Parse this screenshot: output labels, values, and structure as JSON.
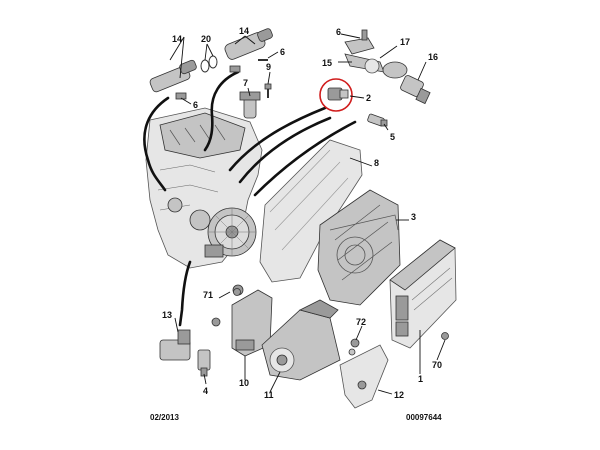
{
  "callouts": [
    "1",
    "2",
    "3",
    "4",
    "5",
    "6",
    "6",
    "6",
    "7",
    "8",
    "9",
    "10",
    "11",
    "12",
    "13",
    "14",
    "14",
    "15",
    "16",
    "17",
    "20",
    "70",
    "71",
    "72"
  ],
  "footer": {
    "date_code": "02/2013",
    "ref_number": "00097644"
  },
  "colors": {
    "highlight_circle": "#d01c1c",
    "line": "#111111"
  }
}
